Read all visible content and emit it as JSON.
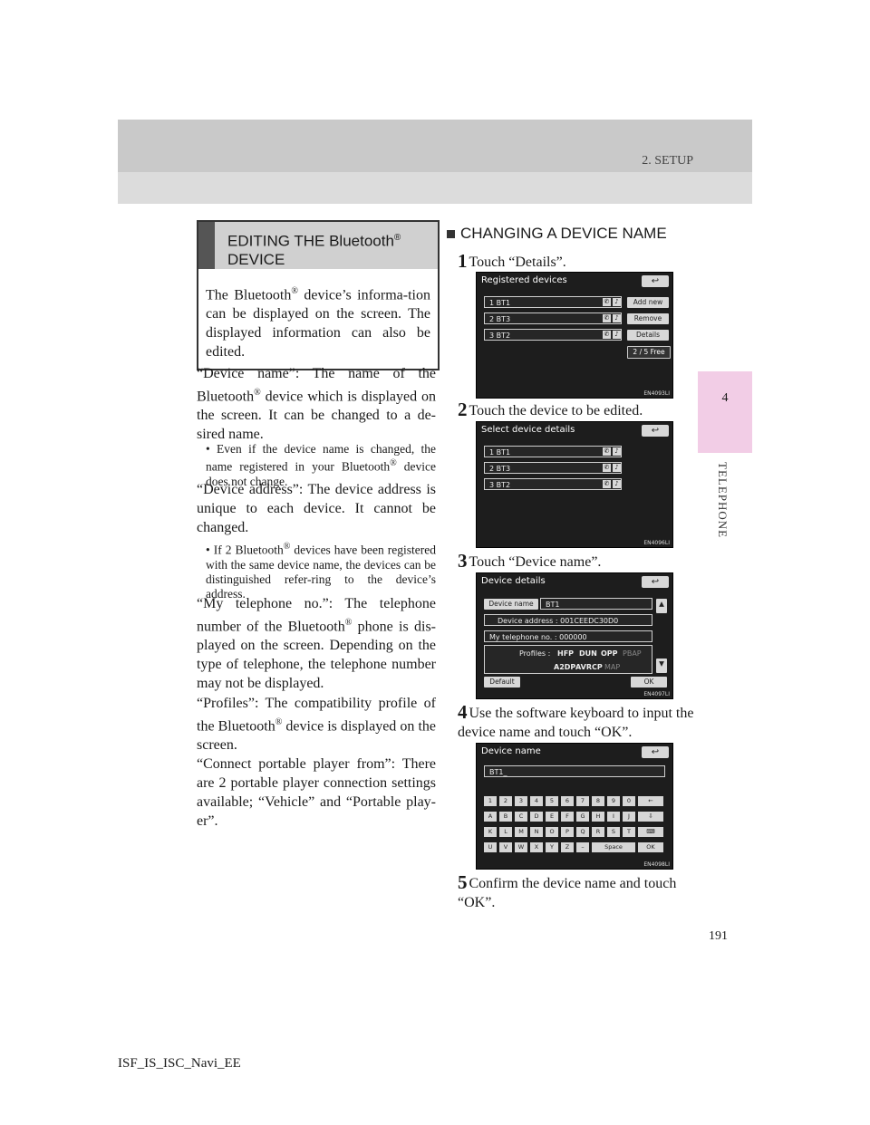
{
  "header": {
    "section": "2. SETUP"
  },
  "chapter_tab": {
    "number": "4",
    "label": "TELEPHONE"
  },
  "box": {
    "title": "EDITING THE Bluetooth",
    "title_line2": "DEVICE",
    "sup": "®",
    "body_a": "The Bluetooth",
    "body_b": " device’s informa-tion can be displayed on the screen. The displayed information can also be edited."
  },
  "left": {
    "p1a": "“Device name”: The name of the Bluetooth",
    "p1b": " device which is displayed on the screen. It can be changed to a de-sired name.",
    "n1a": "• Even if the device name is changed, the name registered in your Bluetooth",
    "n1b": " device does not change.",
    "p2": "“Device address”: The device address is unique to each device. It cannot be changed.",
    "n2a": "• If 2 Bluetooth",
    "n2b": " devices have been registered with the same device name, the devices can be distinguished refer-ring to the device’s address.",
    "p3a": "“My telephone no.”: The telephone number of the Bluetooth",
    "p3b": " phone is dis-played on the screen. Depending on the type of telephone, the telephone number may not be displayed.",
    "p4a": "“Profiles”: The compatibility profile of the Bluetooth",
    "p4b": " device is displayed on the screen.",
    "p5": "“Connect portable player from”: There are 2 portable player connection settings available; “Vehicle” and “Portable play-er”."
  },
  "right": {
    "section_title": "CHANGING A DEVICE NAME",
    "steps": [
      {
        "n": "1",
        "text": "Touch “Details”."
      },
      {
        "n": "2",
        "text": "Touch the device to be edited."
      },
      {
        "n": "3",
        "text": "Touch “Device name”."
      },
      {
        "n": "4",
        "text": "Use the software keyboard to input the device name and touch “OK”."
      },
      {
        "n": "5",
        "text": "Confirm the device name and touch “OK”."
      }
    ]
  },
  "screen1": {
    "title": "Registered devices",
    "rows": [
      "1  BT1",
      "2  BT3",
      "3  BT2"
    ],
    "buttons": [
      "Add new",
      "Remove",
      "Details",
      "2 / 5  Free"
    ],
    "code": "EN4093LI"
  },
  "screen2": {
    "title": "Select device details",
    "rows": [
      "1  BT1",
      "2  BT3",
      "3  BT2"
    ],
    "code": "EN4096LI"
  },
  "screen3": {
    "title": "Device details",
    "name_label": "Device name",
    "name_value": "BT1",
    "address": "Device address : 001CEEDC30D0",
    "phone": "My telephone no. : 000000",
    "profiles_label": "Profiles :",
    "profiles_row1": [
      "HFP",
      "DUN",
      "OPP",
      "PBAP"
    ],
    "profiles_row2": [
      "A2DP",
      "AVRCP",
      "MAP"
    ],
    "default_btn": "Default",
    "ok_btn": "OK",
    "code": "EN4097LI"
  },
  "screen4": {
    "title": "Device name",
    "input": "BT1_",
    "row1": [
      "1",
      "2",
      "3",
      "4",
      "5",
      "6",
      "7",
      "8",
      "9",
      "0"
    ],
    "row2": [
      "A",
      "B",
      "C",
      "D",
      "E",
      "F",
      "G",
      "H",
      "I",
      "J"
    ],
    "row3": [
      "K",
      "L",
      "M",
      "N",
      "O",
      "P",
      "Q",
      "R",
      "S",
      "T"
    ],
    "row4": [
      "U",
      "V",
      "W",
      "X",
      "Y",
      "Z",
      "–"
    ],
    "space": "Space",
    "ok": "OK",
    "code": "EN4098LI"
  },
  "footer": {
    "doc_id": "ISF_IS_ISC_Navi_EE",
    "page_number": "191"
  }
}
